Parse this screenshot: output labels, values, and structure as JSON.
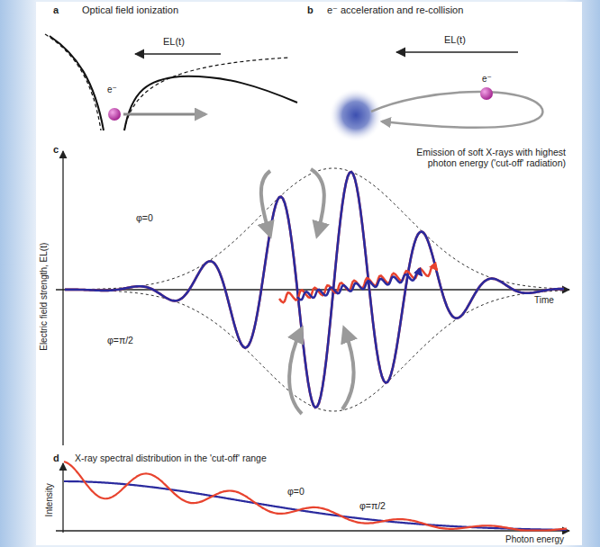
{
  "diagram": {
    "labels": [
      "a",
      "Optical field ionization",
      "EL(t)",
      "e⁻",
      "b",
      "e⁻ acceleration and re-collision",
      "EL(t)",
      "e⁻",
      "c",
      "Emission of soft X-rays with highest photon energy ('cut-off' radiation)",
      "φ=0",
      "φ=π/2",
      "Electric field strength, EL(t)",
      "Time",
      "d",
      "X-ray spectral distribution in the 'cut-off' range",
      "Intensity",
      "Photon energy",
      "φ=0",
      "φ=π/2"
    ]
  }
}
